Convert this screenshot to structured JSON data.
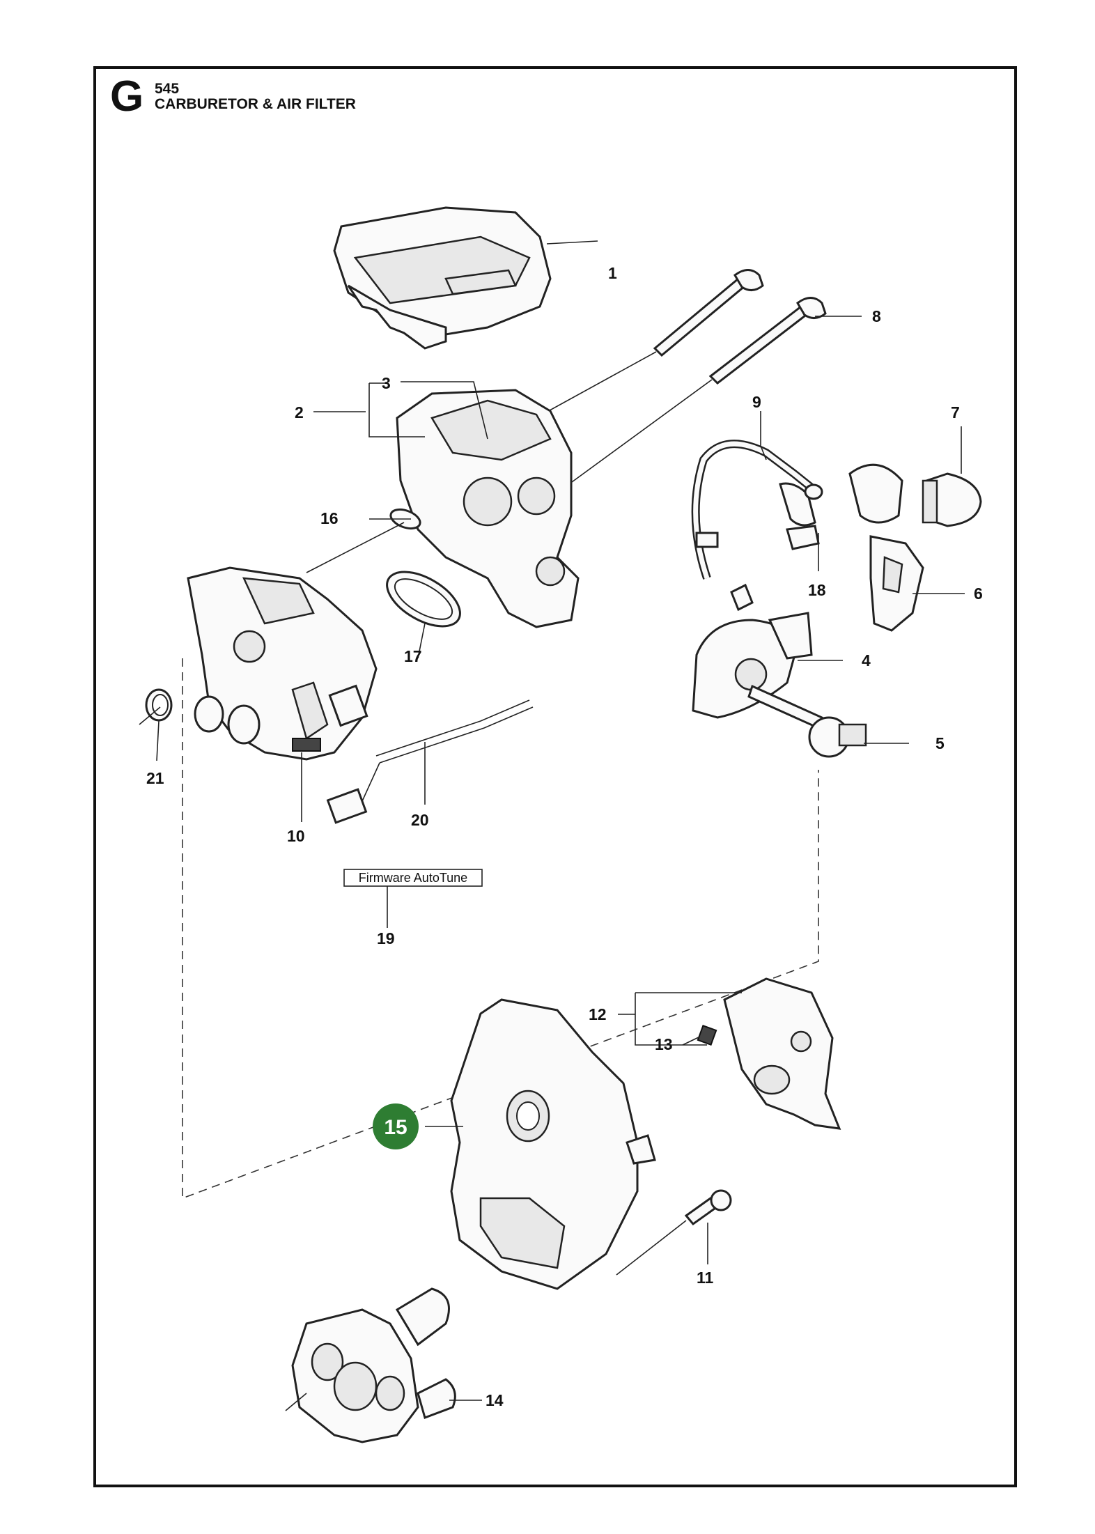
{
  "header": {
    "section_letter": "G",
    "model_number": "545",
    "title": "CARBURETOR & AIR FILTER"
  },
  "note_box": "Firmware AutoTune",
  "highlight_color": "#2e7d32",
  "callouts": {
    "c1": "1",
    "c2": "2",
    "c3": "3",
    "c4": "4",
    "c5": "5",
    "c6": "6",
    "c7": "7",
    "c8": "8",
    "c9": "9",
    "c10": "10",
    "c11": "11",
    "c12": "12",
    "c13": "13",
    "c14": "14",
    "c15": "15",
    "c16": "16",
    "c17": "17",
    "c18": "18",
    "c19": "19",
    "c20": "20",
    "c21": "21"
  }
}
